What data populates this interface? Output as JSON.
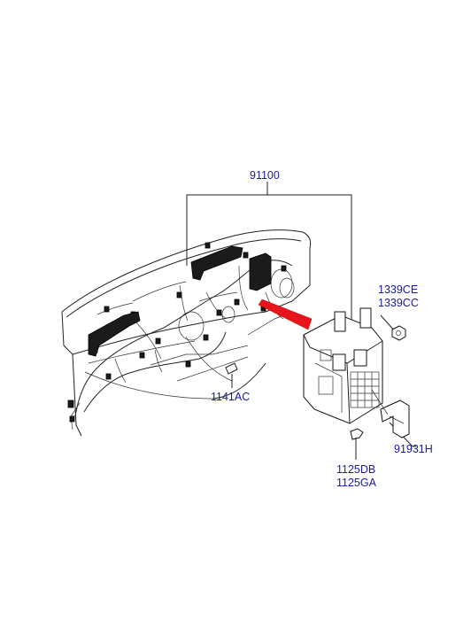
{
  "diagram": {
    "colors": {
      "label": "#1a1a9c",
      "linework": "#222222",
      "highlight_arrow": "#e8141c"
    },
    "labels": {
      "harness": "91100",
      "nut_a": "1339CE",
      "nut_b": "1339CC",
      "bolt_left": "1141AC",
      "bracket": "91931H",
      "bolt_a": "1125DB",
      "bolt_b": "1125GA"
    }
  }
}
